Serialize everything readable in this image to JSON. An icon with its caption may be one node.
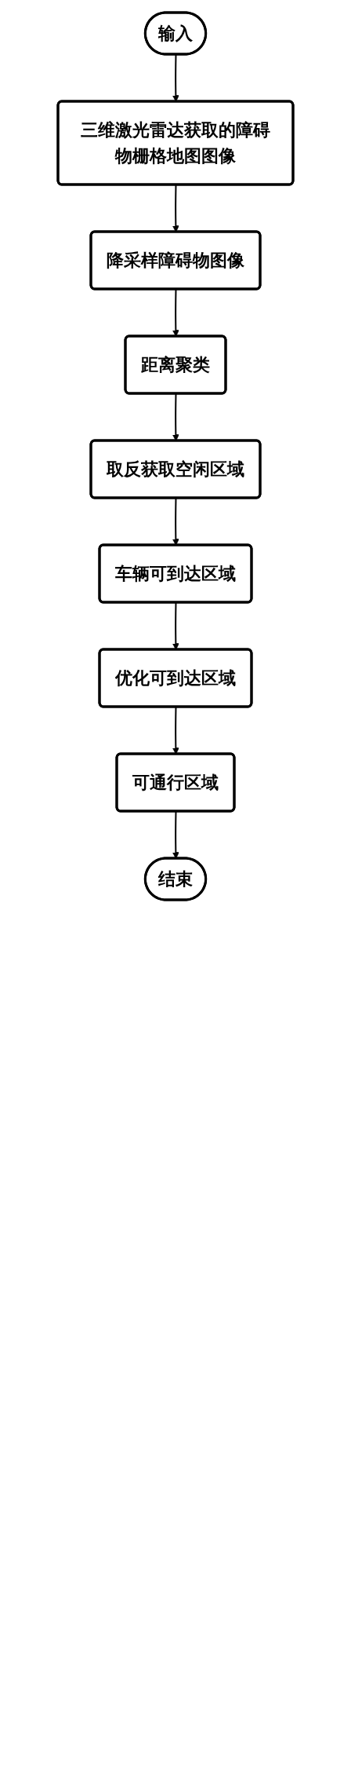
{
  "diagram": {
    "nodes": [
      {
        "text": [
          "输入"
        ]
      },
      {
        "text": [
          "三维激光雷达获取的障碍物栅格地图图像"
        ]
      },
      {
        "text": [
          "降采样障碍物图像"
        ]
      },
      {
        "text": [
          "距离聚类"
        ]
      },
      {
        "text": [
          "取反获取空闲区域"
        ]
      },
      {
        "text": [
          "车辆可到达区域"
        ]
      },
      {
        "text": [
          "优化可到达区域"
        ]
      },
      {
        "text": [
          "可通行区域"
        ]
      },
      {
        "text": [
          "结束"
        ]
      }
    ],
    "edges": [
      {
        "from": 0,
        "to": 1,
        "arrow": "to"
      },
      {
        "from": 1,
        "to": 2,
        "arrow": "to"
      },
      {
        "from": 2,
        "to": 3,
        "arrow": "to"
      },
      {
        "from": 3,
        "to": 4,
        "arrow": "to"
      },
      {
        "from": 4,
        "to": 5,
        "arrow": "to"
      },
      {
        "from": 5,
        "to": 6,
        "arrow": "to"
      },
      {
        "from": 6,
        "to": 7,
        "arrow": "to"
      },
      {
        "from": 7,
        "to": 8,
        "arrow": "to"
      }
    ]
  }
}
